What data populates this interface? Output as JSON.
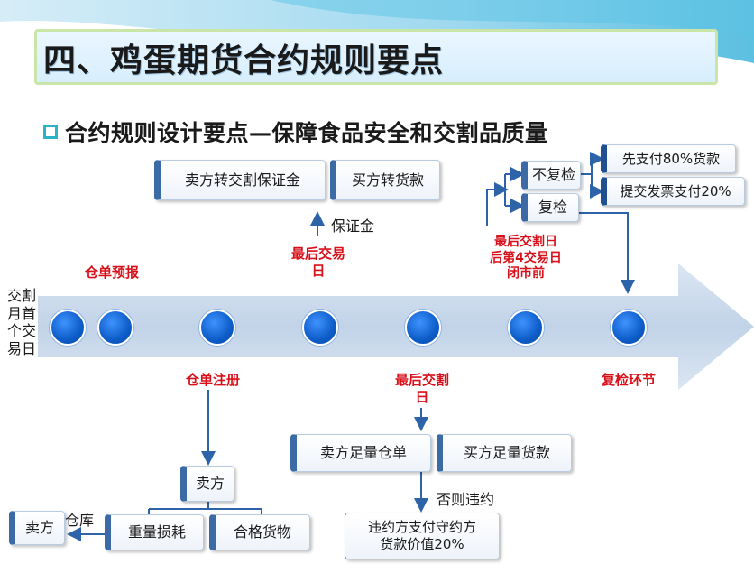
{
  "title": "四、鸡蛋期货合约规则要点",
  "subtitle": "合约规则设计要点—保障食品安全和交割品质量",
  "top_boxes": {
    "seller_margin": "卖方转交割保证金",
    "seller_payment": "买方转货款"
  },
  "margin_label": "保证金",
  "timeline": {
    "start_label": "交割\n月首\n个交\n易日",
    "above": {
      "warehouse_prereport": "仓单预报",
      "last_trading_day": "最后交易\n日",
      "after_last_delivery": "最后交割日\n后第4交易日\n闭市前"
    },
    "below": {
      "warehouse_register": "仓单注册",
      "last_delivery_day": "最后交割\n日",
      "recheck_stage": "复检环节"
    }
  },
  "recheck": {
    "no_recheck": "不复检",
    "recheck": "复检",
    "pay_80": "先支付80%货款",
    "invoice_20": "提交发票支付20%"
  },
  "delivery": {
    "seller_full_receipt": "卖方足量仓单",
    "buyer_full_payment": "买方足量货款",
    "otherwise_default": "否则违约",
    "penalty": "违约方支付守约方\n货款价值20%"
  },
  "registration": {
    "seller": "卖方",
    "weight_loss": "重量损耗",
    "qualified_goods": "合格货物",
    "warehouse": "仓库",
    "seller_left": "卖方"
  },
  "colors": {
    "accent_blue": "#0d5cc8",
    "red_label": "#d8101a",
    "arrow_fill": "#c7d6ea",
    "connector": "#2d63a8"
  }
}
